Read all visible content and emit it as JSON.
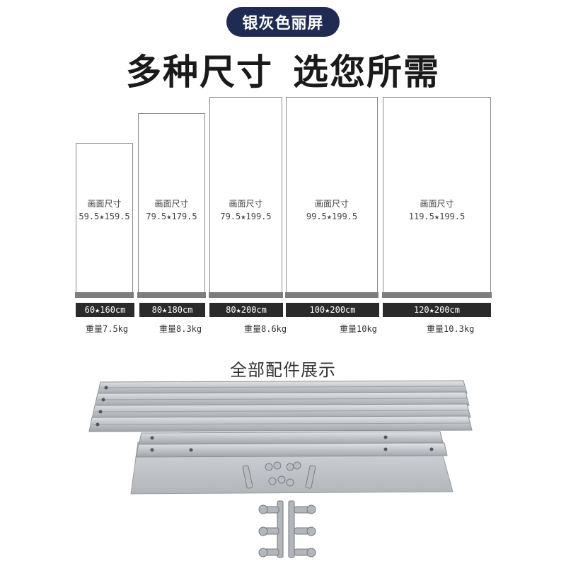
{
  "badge": "银灰色丽屏",
  "headline": {
    "part1": "多种尺寸",
    "part2": "选您所需"
  },
  "picture_label": "画面尺寸",
  "sizes": [
    {
      "picture": "59.5★159.5",
      "dim": "60★160cm",
      "weight": "重量7.5kg"
    },
    {
      "picture": "79.5★179.5",
      "dim": "80★180cm",
      "weight": "重量8.3kg"
    },
    {
      "picture": "79.5★199.5",
      "dim": "80★200cm",
      "weight": "重量8.6kg"
    },
    {
      "picture": "99.5★199.5",
      "dim": "100★200cm",
      "weight": "重量10kg"
    },
    {
      "picture": "119.5★199.5",
      "dim": "120★200cm",
      "weight": "重量10.3kg"
    }
  ],
  "accessories_title": "全部配件展示",
  "colors": {
    "badge": "#1f2b52",
    "dim_bar": "#2a2a2a",
    "frame": "#8a8a8a",
    "aluminum": "#c4c7cb"
  },
  "icons": [
    "aluminum-rail-icon",
    "base-plate-icon",
    "bolt-icon",
    "bracket-icon"
  ]
}
